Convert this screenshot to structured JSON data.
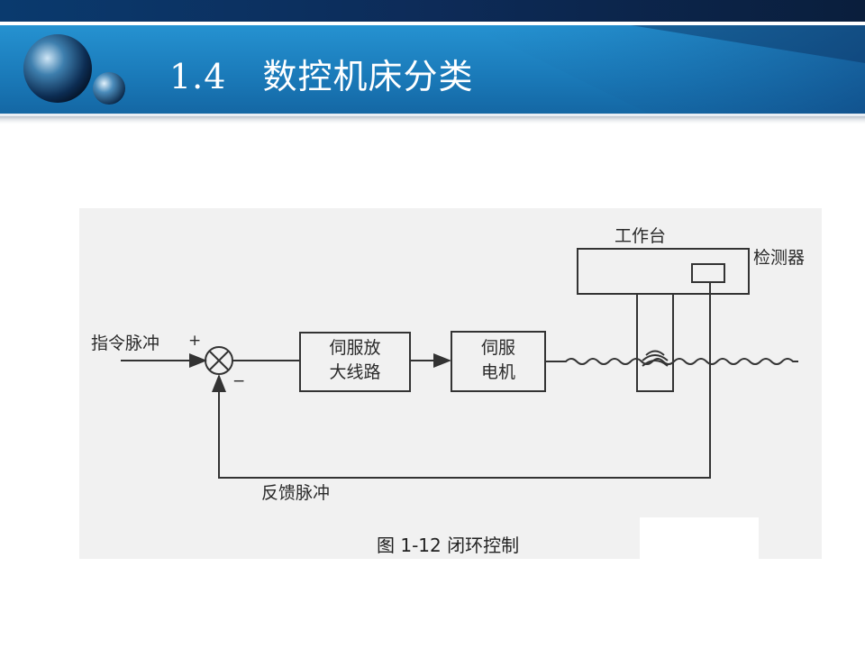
{
  "slide": {
    "section_number": "1.4",
    "title": "数控机床分类"
  },
  "diagram": {
    "input_label": "指令脉冲",
    "plus_sign": "+",
    "minus_sign": "−",
    "servo_amp": {
      "line1": "伺服放",
      "line2": "大线路"
    },
    "servo_motor": {
      "line1": "伺服",
      "line2": "电机"
    },
    "worktable_label": "工作台",
    "detector_label": "检测器",
    "feedback_label": "反馈脉冲",
    "caption": "图 1-12 闭环控制"
  },
  "colors": {
    "header_blue": "#1a79b8",
    "header_dark": "#0d2850",
    "line_color": "#333333",
    "figure_bg": "#f1f1f1"
  }
}
